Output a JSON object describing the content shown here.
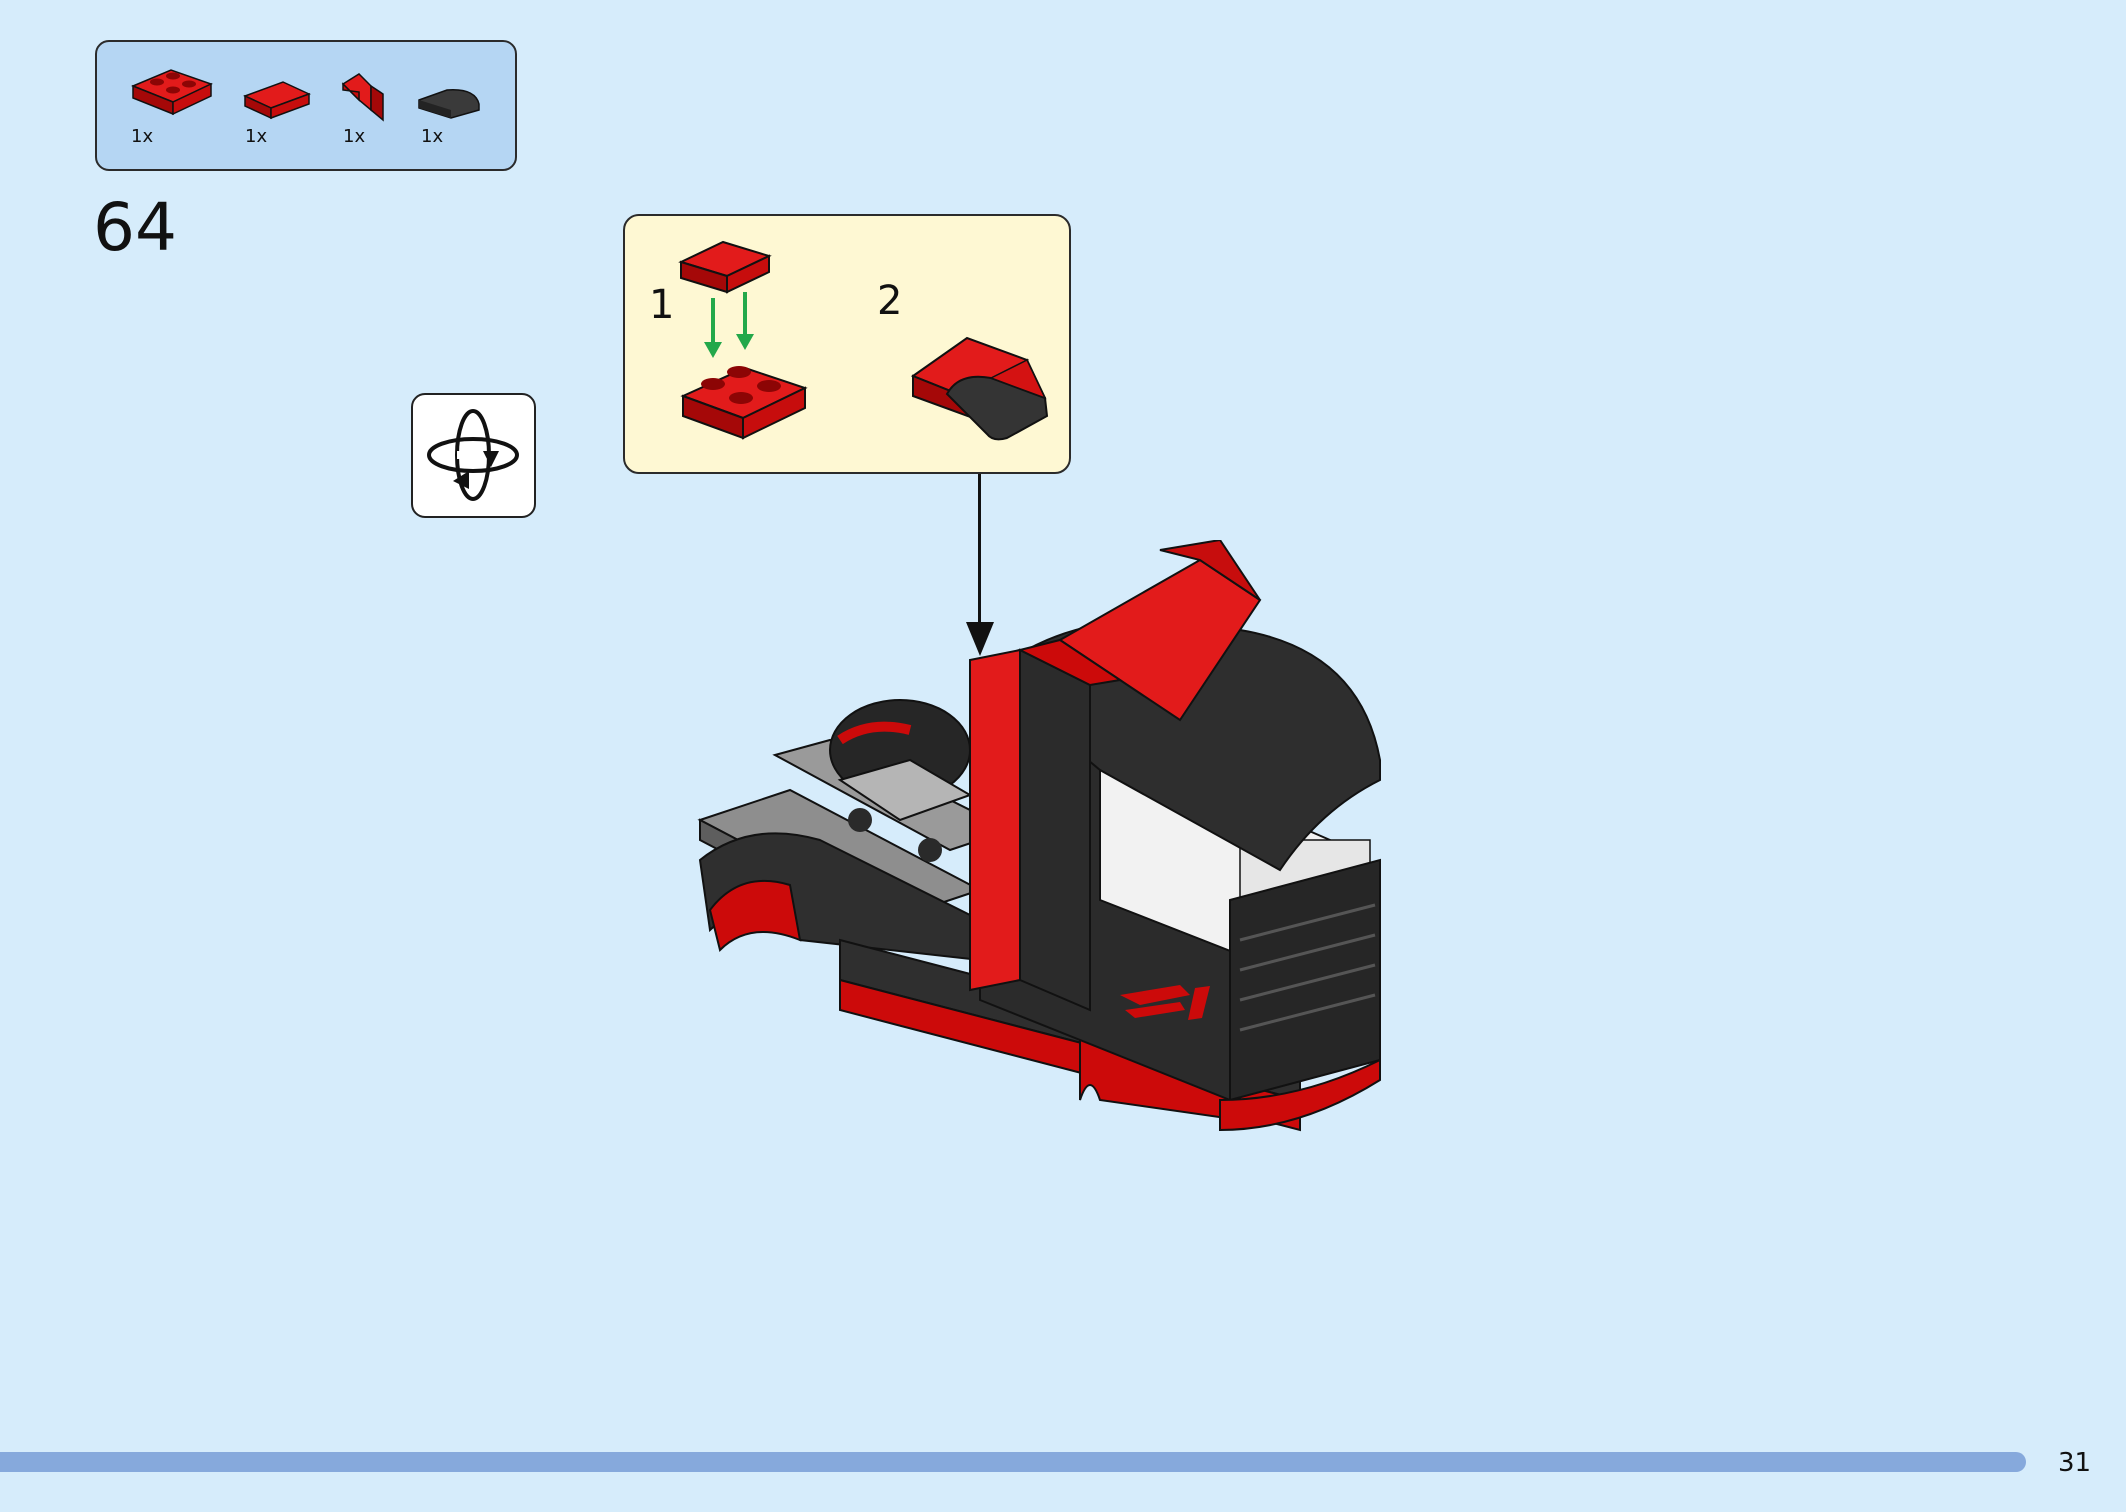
{
  "step": {
    "number": "64"
  },
  "parts_list": [
    {
      "name": "red-plate-2x2",
      "color": "#cc0a0a",
      "qty": "1x"
    },
    {
      "name": "red-tile-1x2",
      "color": "#cc0a0a",
      "qty": "1x"
    },
    {
      "name": "red-slope-bracket",
      "color": "#cc0a0a",
      "qty": "1x"
    },
    {
      "name": "black-curved-slope",
      "color": "#2e2e2e",
      "qty": "1x"
    }
  ],
  "sub_assembly": {
    "step1_label": "1",
    "step2_label": "2"
  },
  "icons": {
    "rotate": "rotate-model-icon"
  },
  "page": {
    "number": "31"
  },
  "colors": {
    "background": "#d6ecfb",
    "parts_box": "#b5d6f3",
    "sub_box": "#fef8d3",
    "brick_red": "#cc0a0a",
    "brick_black": "#2e2e2e",
    "progress": "#86a9dc"
  }
}
